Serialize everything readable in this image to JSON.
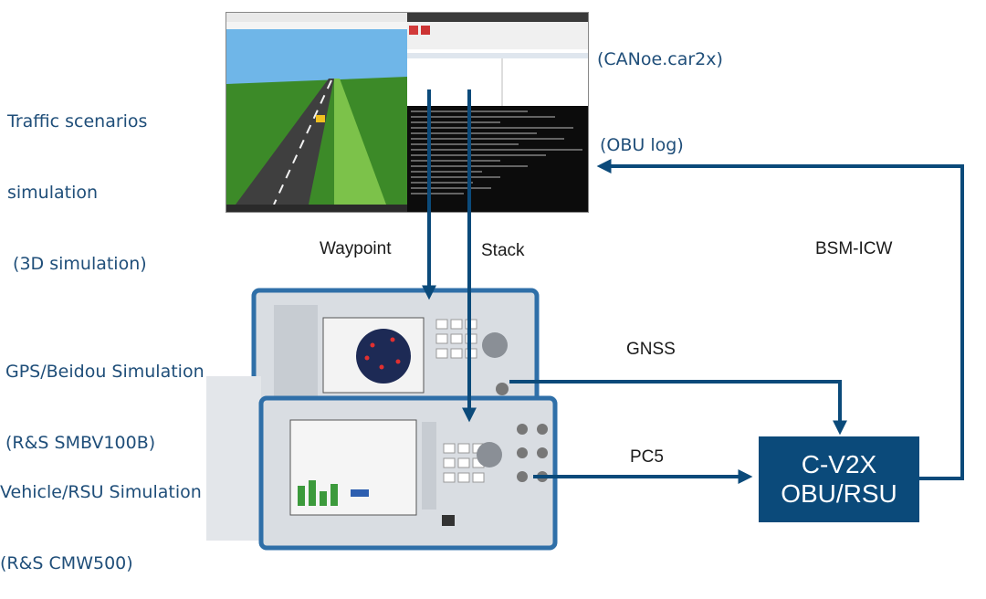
{
  "left_labels": {
    "traffic": [
      "Traffic scenarios",
      "simulation",
      " (3D simulation)"
    ],
    "gps": [
      "GPS/Beidou Simulation",
      "(R&S SMBV100B)"
    ],
    "vehicle": [
      "Vehicle/RSU Simulation",
      "(R&S CMW500)"
    ]
  },
  "right_labels": {
    "canoe": "(CANoe.car2x)",
    "obu_log": "(OBU log)"
  },
  "link_labels": {
    "waypoint": "Waypoint",
    "stack": "Stack",
    "bsm_icw": "BSM-ICW",
    "gnss": "GNSS",
    "pc5": "PC5"
  },
  "obu_box": [
    "C-V2X",
    "OBU/RSU"
  ],
  "colors": {
    "arrow": "#0b4a7a",
    "label_blue": "#1f4e79",
    "obu_fill": "#0b4a7a",
    "instrument_body": "#d9dde2",
    "instrument_frame": "#2f6fa8"
  }
}
